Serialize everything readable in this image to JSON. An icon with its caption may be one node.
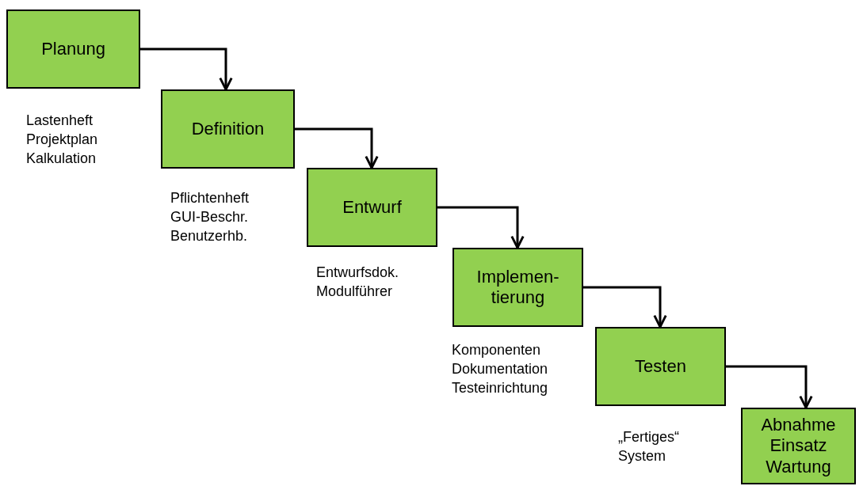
{
  "diagram": {
    "nodes": [
      {
        "text": [
          "Planung"
        ],
        "beside": [
          "Lastenheft",
          "Projektplan",
          "Kalkulation"
        ]
      },
      {
        "text": [
          "Definition"
        ],
        "beside": [
          "Pflichtenheft",
          "GUI-Beschr.",
          "Benutzerhb."
        ]
      },
      {
        "text": [
          "Entwurf"
        ],
        "beside": [
          "Entwurfsdok.",
          "Modulführer"
        ]
      },
      {
        "text": [
          "Implemen- tierung"
        ],
        "beside": [
          "Komponenten",
          "Dokumentation",
          "Testeinrichtung"
        ]
      },
      {
        "text": [
          "Testen"
        ],
        "beside": [
          "„Fertiges“",
          "System"
        ]
      },
      {
        "text": [
          "Abnahme Einsatz Wartung"
        ]
      }
    ],
    "edges": [
      {
        "from": 0,
        "to": 1,
        "arrow": "to"
      },
      {
        "from": 1,
        "to": 2,
        "arrow": "to"
      },
      {
        "from": 2,
        "to": 3,
        "arrow": "to"
      },
      {
        "from": 3,
        "to": 4,
        "arrow": "to"
      },
      {
        "from": 4,
        "to": 5,
        "arrow": "to"
      }
    ]
  }
}
